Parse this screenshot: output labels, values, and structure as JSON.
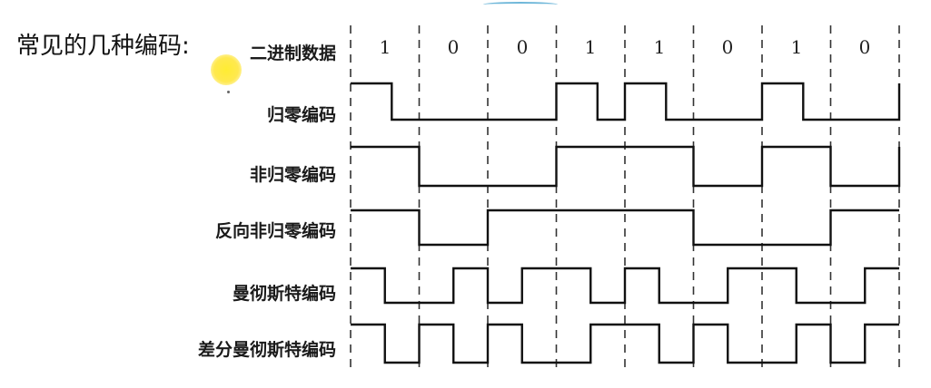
{
  "title": "常见的几种编码:",
  "header_label": "二进制数据",
  "bits": [
    "1",
    "0",
    "0",
    "1",
    "1",
    "0",
    "1",
    "0"
  ],
  "encodings": [
    {
      "key": "rz",
      "label": "归零编码"
    },
    {
      "key": "nrz",
      "label": "非归零编码"
    },
    {
      "key": "nrzi",
      "label": "反向非归零编码"
    },
    {
      "key": "manchester",
      "label": "曼彻斯特编码"
    },
    {
      "key": "diff_manchester",
      "label": "差分曼彻斯特编码"
    }
  ],
  "colors": {
    "line": "#111111",
    "divider": "#333333",
    "highlight": "#ffe628"
  }
}
